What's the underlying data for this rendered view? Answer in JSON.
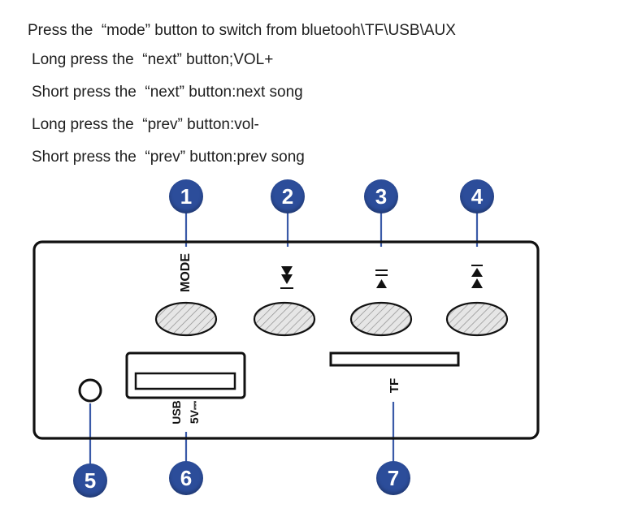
{
  "instructions": [
    "Press the  “mode” button to switch from bluetooh\\TF\\USB\\AUX",
    "Long press the  “next” button;VOL+",
    "Short press the  “next” button:next song",
    "Long press the  “prev” button:vol-",
    "Short press the  “prev” button:prev song"
  ],
  "panel": {
    "mode_label": "MODE",
    "tf_label": "TF",
    "usb_label": "USB",
    "power_label": "5V⎓"
  },
  "markers": [
    "1",
    "2",
    "3",
    "4",
    "5",
    "6",
    "7"
  ],
  "colors": {
    "marker": "#2c4d9a",
    "outline": "#111111",
    "hatch": "#9a9a9a",
    "button_fill": "#e6e6e6"
  },
  "icons": {
    "button_2": "next-track-icon",
    "button_3": "previous-track-icon",
    "button_4": "volume-icon"
  }
}
